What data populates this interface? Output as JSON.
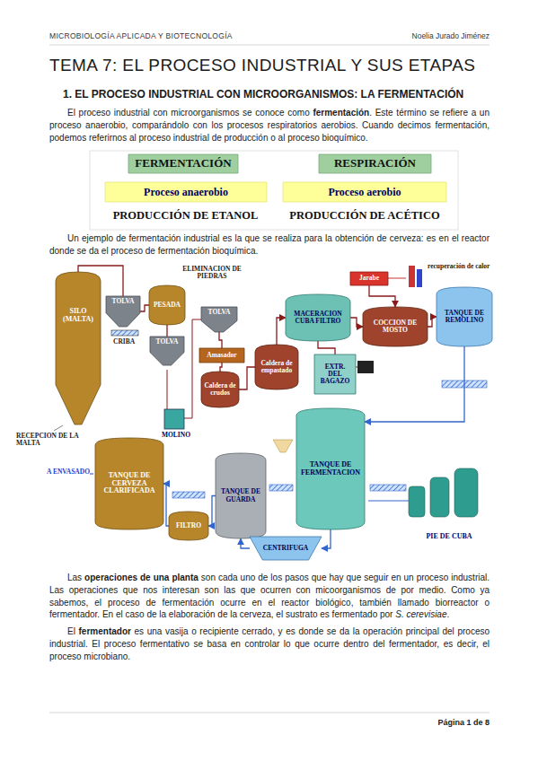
{
  "diagram": {
    "title": "TEMA 7: EL PROCESO INDUSTRIAL Y SUS ETAPAS",
    "nodes": [
      {
        "text": [
          "FERMENTACIÓN"
        ]
      },
      {
        "text": [
          "RESPIRACIÓN"
        ]
      },
      {
        "text": [
          "Proceso anaerobio"
        ]
      },
      {
        "text": [
          "Proceso aerobio"
        ]
      },
      {
        "text": [
          "SILO (MALTA)"
        ]
      },
      {
        "text": [
          "TOLVA"
        ]
      },
      {
        "text": [
          "PESADA"
        ]
      },
      {
        "text": [
          "TOLVA"
        ]
      },
      {
        "text": [
          "TOLVA"
        ]
      },
      {
        "text": [
          "Amasador"
        ]
      },
      {
        "text": [
          "Caldera de crudos"
        ]
      },
      {
        "text": [
          "Caldera de empastado"
        ]
      },
      {
        "text": [
          "MACERACION CUBA FILTRO"
        ]
      },
      {
        "text": [
          "EXTR. DEL BAGAZO"
        ]
      },
      {
        "text": [
          "Jarabe"
        ]
      },
      {
        "text": [
          "COCCION DE MOSTO"
        ]
      },
      {
        "text": [
          "TANQUE DE REMOLINO"
        ]
      },
      {
        "text": [
          "TANQUE DE FERMENTACION"
        ]
      },
      {
        "text": [
          "TANQUE DE GUARDA"
        ]
      },
      {
        "text": [
          "TANQUE DE CERVEZA CLARIFICADA"
        ]
      },
      {
        "text": [
          "FILTRO"
        ]
      },
      {
        "text": [
          "CENTRIFUGA"
        ]
      }
    ],
    "edges": [
      {
        "from": 4,
        "to": 5,
        "arrow": "none"
      },
      {
        "from": 5,
        "to": 6,
        "arrow": "none"
      },
      {
        "from": 6,
        "to": 7,
        "arrow": "none"
      },
      {
        "from": 8,
        "to": 9,
        "arrow": "none"
      },
      {
        "from": 9,
        "to": 10,
        "arrow": "none"
      },
      {
        "from": 10,
        "to": 11,
        "arrow": "none"
      },
      {
        "from": 11,
        "to": 12,
        "arrow": "to"
      },
      {
        "from": 12,
        "to": 13,
        "arrow": "none"
      },
      {
        "from": 12,
        "to": 15,
        "arrow": "to"
      },
      {
        "from": 14,
        "to": 15,
        "arrow": "to"
      },
      {
        "from": 15,
        "to": 16,
        "arrow": "to"
      },
      {
        "from": 16,
        "to": 17,
        "arrow": "to"
      },
      {
        "from": 17,
        "to": 21,
        "arrow": "to"
      },
      {
        "from": 21,
        "to": 18,
        "arrow": "to"
      },
      {
        "from": 18,
        "to": 20,
        "arrow": "to"
      },
      {
        "from": 20,
        "to": 19,
        "arrow": "to"
      }
    ],
    "labels": [
      "MICROBIOLOGÍA APLICADA Y BIOTECNOLOGÍA",
      "Noelia Jurado Jiménez",
      "1. EL PROCESO INDUSTRIAL CON MICROORGANISMOS: LA FERMENTACIÓN",
      "El proceso industrial con microorganismos se conoce como",
      "fermentación",
      ". Este término se refiere a un proceso anaerobio, comparándolo con los procesos respiratorios aerobios. Cuando decimos fermentación, podemos referirnos al proceso industrial de producción o al proceso bioquímico.",
      "PRODUCCIÓN DE ETANOL",
      "PRODUCCIÓN DE ACÉTICO",
      "Un ejemplo de fermentación industrial es la que se realiza para la obtención de cerveza: es en el reactor donde se da el proceso de fermentación bioquímica.",
      "ELIMINACION DE PIEDRAS",
      "CRIBA",
      "recuperación de calor",
      "MOLINO",
      "RECEPCION DE LA MALTA",
      "A ENVASADO",
      "PIE DE CUBA",
      "Las",
      "operaciones de una planta",
      "son cada uno de los pasos que hay que seguir en un proceso industrial. Las operaciones que nos interesan son las que ocurren con micoorganismos de por medio. Como ya sabemos, el proceso de fermentación ocurre en el reactor biológico, también llamado biorreactor o fermentador. En el caso de la elaboración de la cerveza, el sustrato es fermentado por",
      "S. cerevisiae",
      ".",
      "El",
      "fermentador",
      "es una vasija o recipiente cerrado, y es donde se da la operación principal del proceso industrial. El proceso fermentativo se basa en controlar lo que ocurre dentro del fermentador, es decir, el proceso microbiano.",
      "Página 1 de 8"
    ]
  }
}
